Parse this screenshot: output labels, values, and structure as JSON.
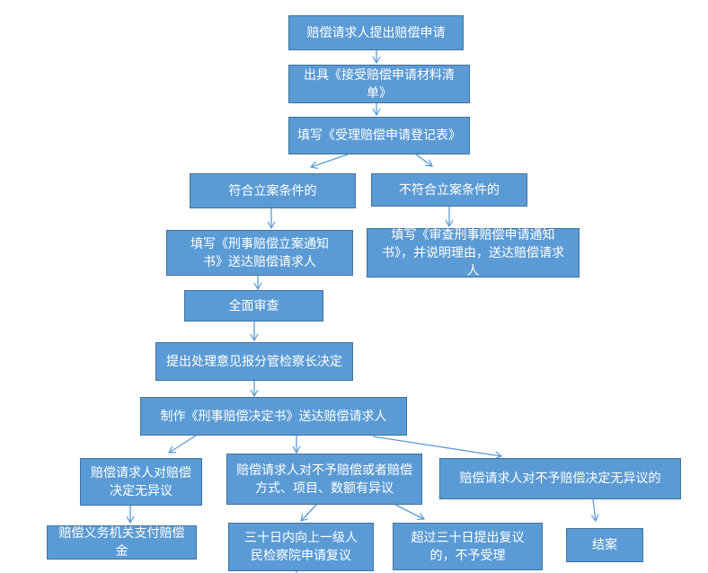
{
  "colors": {
    "box_fill": "#5b9bd5",
    "box_border": "#41719c",
    "arrow": "#5b9bd5",
    "text": "#ffffff"
  },
  "nodes": {
    "n1": "赔偿请求人提出赔偿申请",
    "n2": "出具《接受赔偿申请材料清单》",
    "n3": "填写《受理赔偿申请登记表》",
    "n4": "符合立案条件的",
    "n5": "不符合立案条件的",
    "n6": "填写《刑事赔偿立案通知书》送达赔偿请求人",
    "n7": "填写《审查刑事赔偿申请通知书》，并说明理由，送达赔偿请求人",
    "n8": "全面审查",
    "n9": "提出处理意见报分管检察长决定",
    "n10": "制作《刑事赔偿决定书》送达赔偿请求人",
    "n11": "赔偿请求人对赔偿决定无异议",
    "n12": "赔偿请求人对不予赔偿或者赔偿方式、项目、数额有异议",
    "n13": "赔偿请求人对不予赔偿决定无异议的",
    "n14": "赔偿义务机关支付赔偿金",
    "n15": "三十日内向上一级人民检察院申请复议",
    "n16": "超过三十日提出复议的，不予受理",
    "n17": "结案"
  }
}
